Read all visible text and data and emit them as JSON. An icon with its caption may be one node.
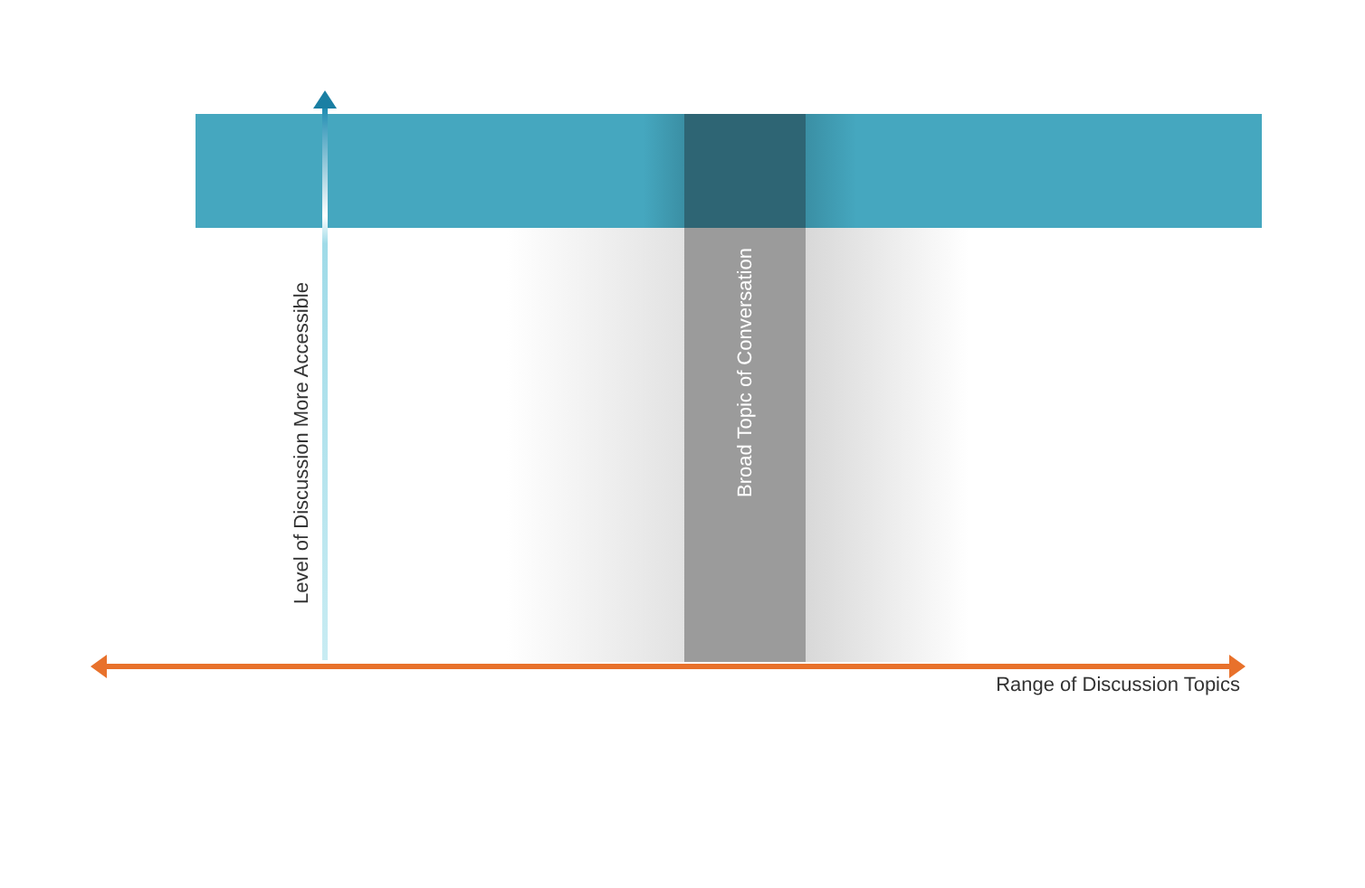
{
  "diagram": {
    "nodes": [
      {
        "text": [],
        "shape": "bar"
      },
      {
        "text": [
          "Broad Topic of Conversation"
        ]
      }
    ],
    "labels": [
      "Level of Discussion More Accessible",
      "Range of Discussion Topics"
    ]
  }
}
